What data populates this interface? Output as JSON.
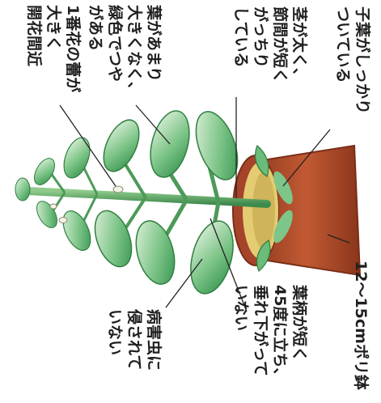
{
  "title": "",
  "labels": {
    "first_bud": "1番花の蕾が\n大きく\n開花間近",
    "leaves": "葉があまり\n大きくなく、\n緑色でつや\nがある",
    "stem": "茎が太く、\n節間が短く\nがっちり\nしている",
    "cotyledon": "子葉がしっかり\nついている",
    "pests": "病害虫に\n侵されて\nいない",
    "petiole": "葉柄が短く\n45度に立ち、\n垂れ下がって\nいない",
    "pot": "12～15cmポリ鉢"
  },
  "colors": {
    "leaf": "#56b06a",
    "leaf_light": "#cfe6c4",
    "stem": "#4c9a58",
    "pot": "#b54a2a",
    "soil": "#e4cc72",
    "text": "#1f1f1f"
  }
}
